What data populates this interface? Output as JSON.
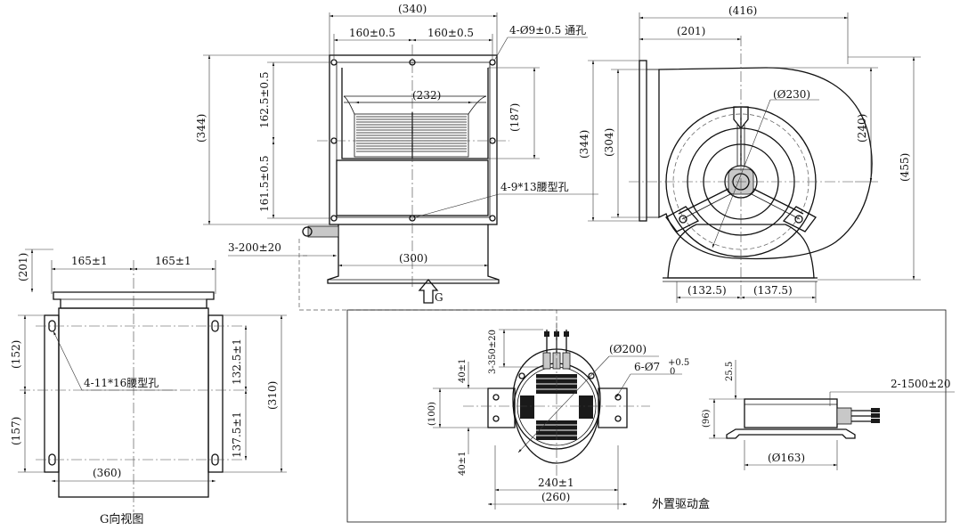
{
  "front_view": {
    "dim_overall_width": "(340)",
    "dim_half_left": "160±0.5",
    "dim_half_right": "160±0.5",
    "dim_hole_note": "4-Ø9±0.5 通孔",
    "dim_inner_width": "(232)",
    "dim_overall_height": "(344)",
    "dim_upper_half": "162.5±0.5",
    "dim_lower_half": "161.5±0.5",
    "dim_outlet_height": "(187)",
    "dim_slot_note": "4-9*13腰型孔",
    "dim_cable": "3-200±20",
    "dim_base_width": "(300)",
    "view_arrow_label": "G"
  },
  "side_view": {
    "dim_overall_width": "(416)",
    "dim_left_offset": "(201)",
    "dim_wheel_diameter": "(Ø230)",
    "dim_flange_height": "(344)",
    "dim_outlet_height": "(304)",
    "dim_center_height": "(240)",
    "dim_overall_height": "(455)",
    "dim_base_left": "(132.5)",
    "dim_base_right": "(137.5)"
  },
  "g_view": {
    "dim_top_offset": "(201)",
    "dim_half_left": "165±1",
    "dim_half_right": "165±1",
    "dim_upper_left": "(152)",
    "dim_lower_left": "(157)",
    "dim_upper_right": "132.5±1",
    "dim_lower_right": "137.5±1",
    "dim_total_right": "(310)",
    "dim_bottom_width": "(360)",
    "slot_note": "4-11*16腰型孔",
    "caption": "G向视图"
  },
  "driver_box": {
    "dim_cable": "3-350±20",
    "dim_top_spacing": "40±1",
    "dim_bottom_spacing": "40±1",
    "dim_mid_height": "(100)",
    "dim_diameter": "(Ø200)",
    "dim_holes_prefix": "6-Ø7",
    "dim_holes_tol_upper": "+0.5",
    "dim_holes_tol_lower": "0",
    "dim_width_tol": "240±1",
    "dim_overall_width": "(260)",
    "dim_side_height": "25.5",
    "dim_side_total": "(96)",
    "dim_side_diameter": "(Ø163)",
    "dim_side_cable": "2-1500±20",
    "caption": "外置驱动盒"
  }
}
